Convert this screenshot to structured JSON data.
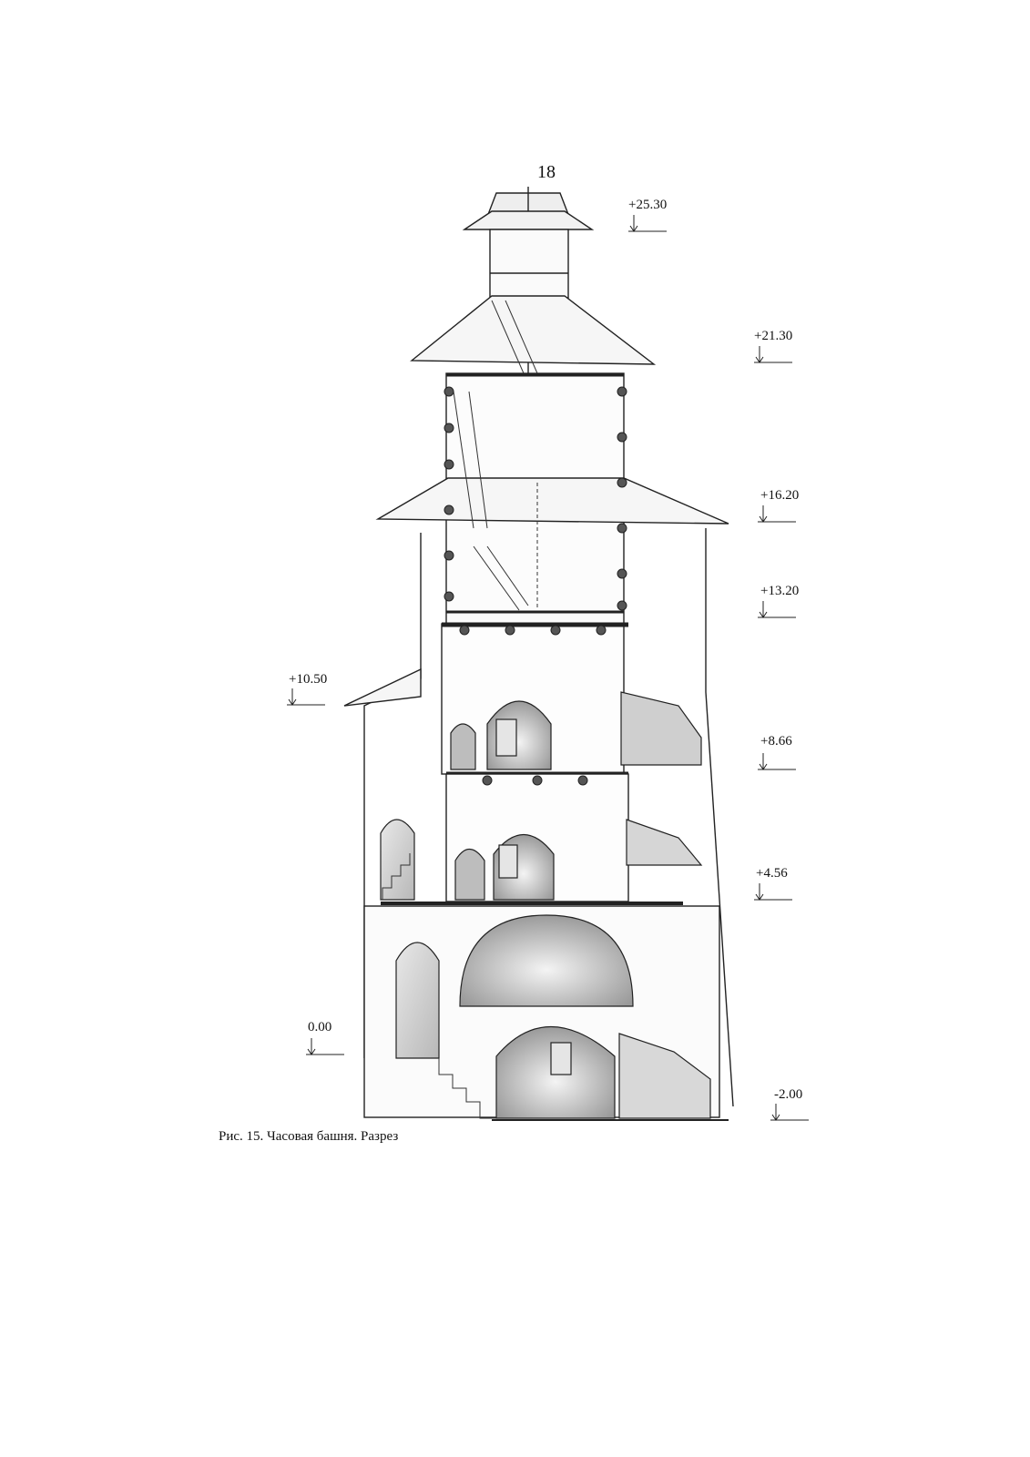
{
  "page_number": "18",
  "caption": "Рис. 15. Часовая башня. Разрез",
  "elevation_marks": [
    "+25.30",
    "+21.30",
    "+16.20",
    "+13.20",
    "+10.50",
    "+8.66",
    "+4.56",
    "0.00",
    "-2.00"
  ]
}
